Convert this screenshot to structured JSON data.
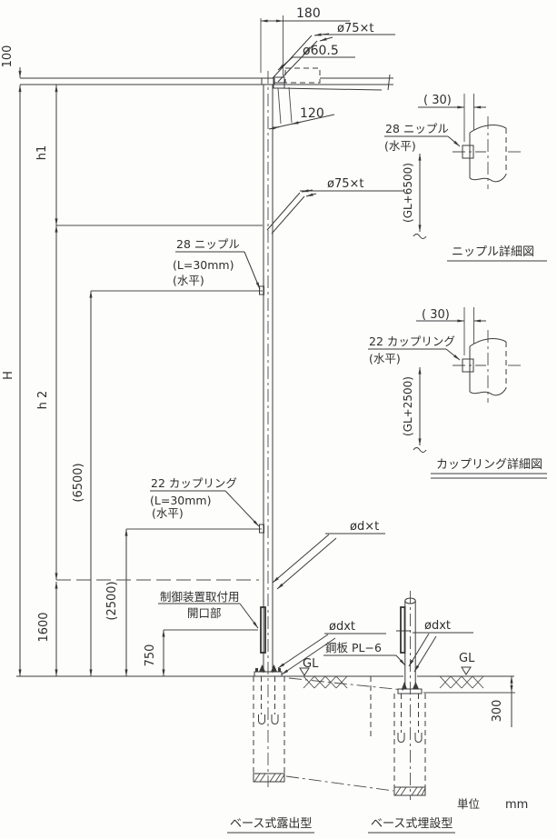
{
  "main": {
    "dims": {
      "d180": "180",
      "d100": "100",
      "d120": "120",
      "dH": "H",
      "dh1": "h1",
      "dh2": "h 2",
      "d6500": "(6500)",
      "d2500": "(2500)",
      "d1600": "1600",
      "d750": "750",
      "d300": "300"
    },
    "labels": {
      "arm_top": "ø75×t",
      "tenon_dia": "ø60.5",
      "arm_mid": "ø75×t",
      "nipple_name": "28 ニップル",
      "nipple_len": "(L=30mm)",
      "nipple_horiz": "(水平)",
      "coupling_name": "22 カップリング",
      "coupling_len": "(L=30mm)",
      "coupling_horiz": "(水平)",
      "opening_line1": "制御装置取付用",
      "opening_line2": "開口部",
      "pole_dia_mid": "ød×t",
      "pole_dia_base": "ødxt",
      "pole_dia_base2": "ødxt",
      "steel_plate": "鋼板 PL−6",
      "gl_left": "GL",
      "gl_right": "GL"
    },
    "caption_exposed": "ベース式露出型",
    "caption_buried": "ベース式埋設型"
  },
  "nipple_detail": {
    "dim30": "( 30)",
    "name": "28 ニップル",
    "horiz": "(水平)",
    "gl_level": "(GL+6500)",
    "caption": "ニップル詳細図"
  },
  "coupling_detail": {
    "dim30": "( 30)",
    "name": "22 カップリング",
    "horiz": "(水平)",
    "gl_level": "(GL+2500)",
    "caption": "カップリング詳細図"
  },
  "unit": {
    "label": "単位",
    "value": "mm"
  }
}
